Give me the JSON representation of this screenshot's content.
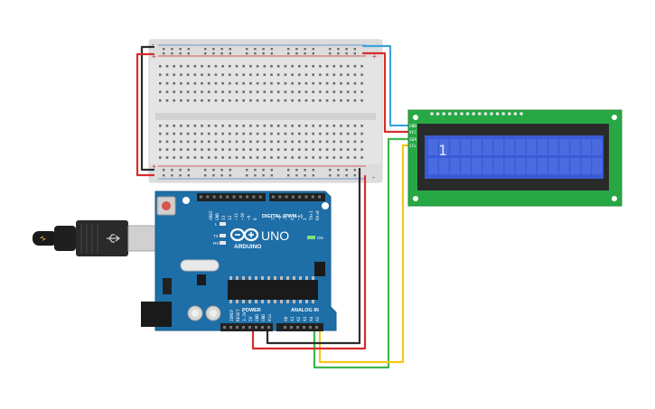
{
  "board": {
    "logo_text": "ARDUINO",
    "model": "UNO",
    "digital_header_label": "DIGITAL (PWM ~)",
    "power_label": "POWER",
    "analog_label": "ANALOG IN",
    "on_label": "ON",
    "tx_label": "TX",
    "rx_label": "RX",
    "l_label": "L",
    "aref_label": "AREF",
    "gnd_label": "GND",
    "pin13": "13",
    "pin12": "12",
    "pin11": "~11",
    "pin10": "~10",
    "pin9": "~9",
    "pin8": "8",
    "pin7": "7",
    "pin6": "~6",
    "pin5": "~5",
    "pin4": "4",
    "pin3": "~3",
    "pin2": "2",
    "pin1": "TX▸1",
    "pin0": "RX◂0",
    "p_ioref": "IOREF",
    "p_reset": "RESET",
    "p_33v": "3.3V",
    "p_5v": "5V",
    "p_gnd1": "GND",
    "p_gnd2": "GND",
    "p_vin": "Vin",
    "a0": "A0",
    "a1": "A1",
    "a2": "A2",
    "a3": "A3",
    "a4": "A4",
    "a5": "A5"
  },
  "lcd": {
    "display_text": "1",
    "pin_gnd": "GND",
    "pin_vcc": "VCC",
    "pin_sda": "SDA",
    "pin_scl": "SCL"
  },
  "breadboard": {
    "plus": "+",
    "minus": "-"
  },
  "colors": {
    "board_blue": "#1e6ea7",
    "lcd_green": "#27a845",
    "lcd_screen": "#3a5bd6",
    "wire_red": "#d62d2d",
    "wire_black": "#2b2b2b",
    "wire_blue": "#3aa4dc",
    "wire_green": "#3db84a",
    "wire_yellow": "#f2c71b"
  }
}
